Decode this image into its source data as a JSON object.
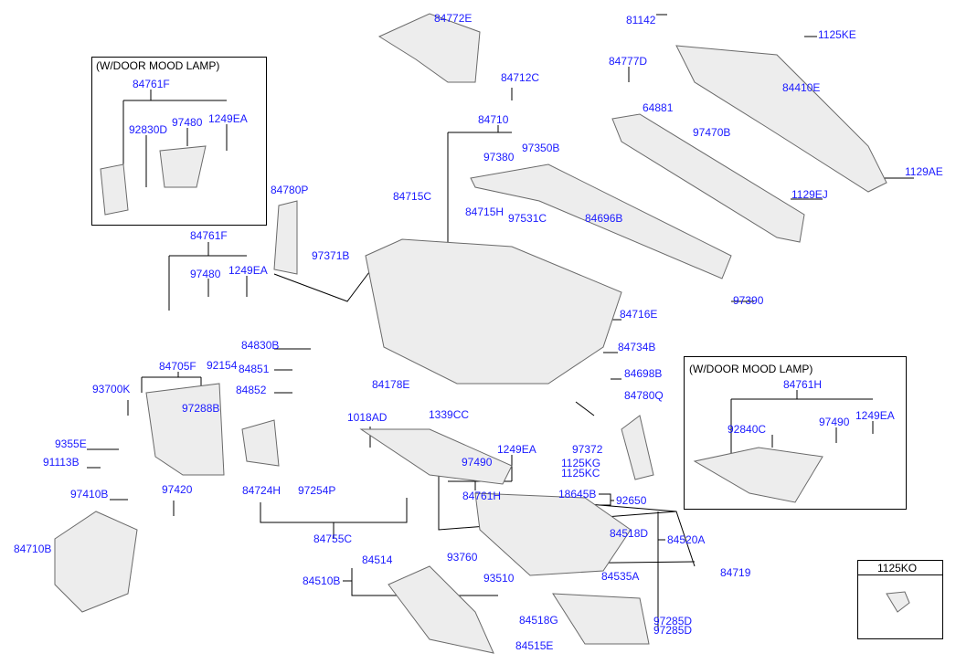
{
  "diagram": {
    "variant_note": "(W/DOOR MOOD LAMP)",
    "bolt_box_label": "1125KO",
    "part_numbers": [
      "84761F",
      "92830D",
      "97480",
      "1249EA",
      "84772E",
      "81142",
      "1125KE",
      "84777D",
      "84712C",
      "84710",
      "64881",
      "84410E",
      "97470B",
      "97380",
      "97350B",
      "1129AE",
      "1129EJ",
      "84780P",
      "84715C",
      "84715H",
      "97531C",
      "84696B",
      "84761F",
      "97480",
      "1249EA",
      "97371B",
      "97390",
      "84716E",
      "84830B",
      "84734B",
      "84705F",
      "92154",
      "84851",
      "84852",
      "84178E",
      "84698B",
      "93700K",
      "97288B",
      "1339CC",
      "1018AD",
      "84780Q",
      "97372",
      "9355E",
      "1249EA",
      "91113B",
      "97490",
      "1125KG",
      "1125KC",
      "84724H",
      "97254P",
      "84761H",
      "18645B",
      "92650",
      "97410B",
      "97420",
      "84518D",
      "84520A",
      "84755C",
      "84710B",
      "93760",
      "84514",
      "84719",
      "93510",
      "84535A",
      "84510B",
      "84518G",
      "97285D",
      "97285D",
      "84515E",
      "84761H",
      "92840C",
      "97490",
      "1249EA"
    ],
    "colors": {
      "label": "#1a1aff",
      "line": "#000000",
      "part": "#9a9a9a"
    }
  }
}
